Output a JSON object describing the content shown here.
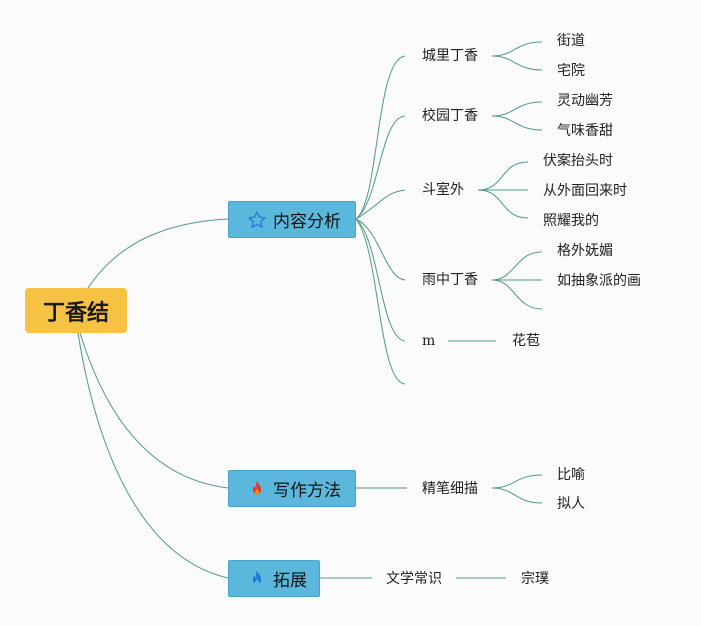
{
  "root": {
    "label": "丁香结"
  },
  "branches": [
    {
      "label": "内容分析",
      "icon": "star-icon",
      "children": [
        {
          "label": "城里丁香",
          "children": [
            "街道",
            "宅院"
          ]
        },
        {
          "label": "校园丁香",
          "children": [
            "灵动幽芳",
            "气味香甜"
          ]
        },
        {
          "label": "斗室外",
          "children": [
            "伏案抬头时",
            "从外面回来时",
            "照耀我的"
          ]
        },
        {
          "label": "雨中丁香",
          "children": [
            "格外妩媚",
            "如抽象派的画",
            ""
          ]
        },
        {
          "label": "m",
          "children": [
            "花苞"
          ]
        },
        {
          "label": "",
          "children": []
        }
      ]
    },
    {
      "label": "写作方法",
      "icon": "fire-icon",
      "colors": [
        "#e23b26",
        "#f28a1f"
      ],
      "children": [
        {
          "label": "精笔细描",
          "children": [
            "比喻",
            "拟人"
          ]
        }
      ]
    },
    {
      "label": "拓展",
      "icon": "fire-icon",
      "colors": [
        "#1e78d6",
        "#57b3f2"
      ],
      "children": [
        {
          "label": "文学常识",
          "children": [
            "宗璞"
          ]
        }
      ]
    }
  ],
  "colors": {
    "root": "#f5c243",
    "branch": "#5bb8dc",
    "link": "#4f9a86"
  }
}
